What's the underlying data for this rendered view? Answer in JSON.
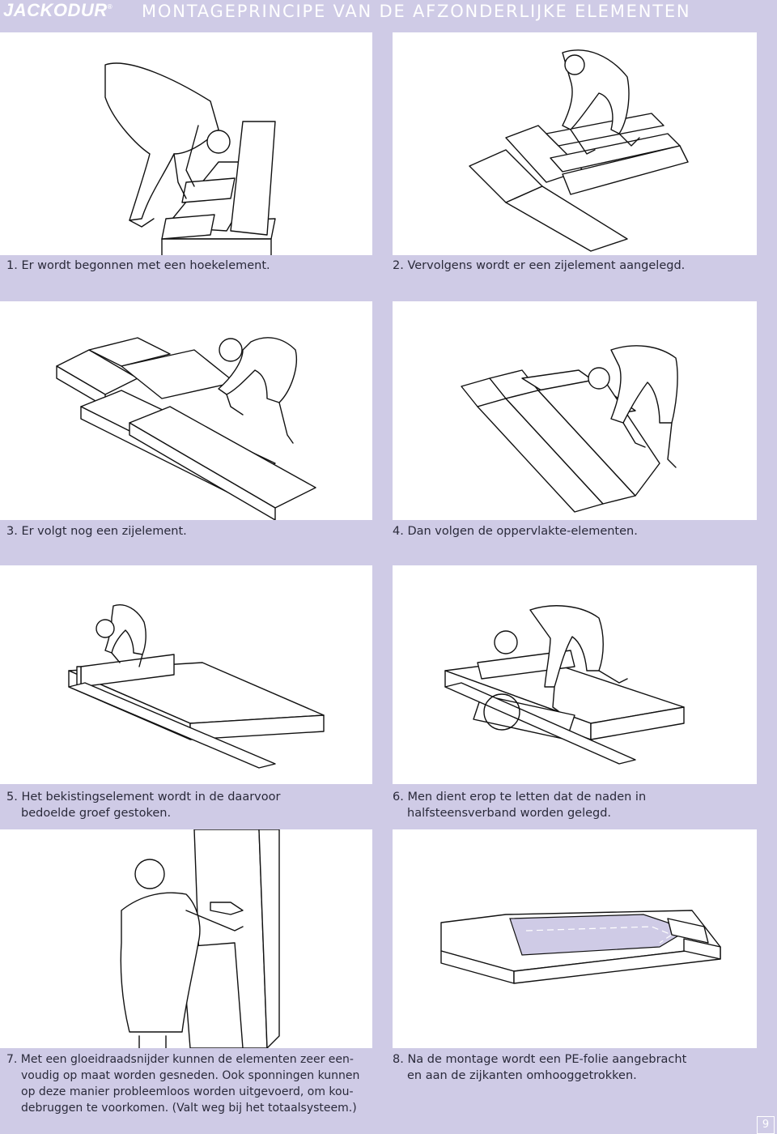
{
  "header": {
    "logo": "JACKODUR",
    "logo_mark": "®",
    "title": "MONTAGEPRINCIPE VAN DE AFZONDERLIJKE ELEMENTEN"
  },
  "steps": [
    {
      "text": "1. Er wordt begonnen met een hoekelement.",
      "illustration": "person-placing-corner-element"
    },
    {
      "text": "2. Vervolgens wordt er een zijelement aangelegd.",
      "illustration": "person-placing-side-element"
    },
    {
      "text": "3. Er volgt nog een zijelement.",
      "illustration": "person-placing-second-side-element"
    },
    {
      "text": "4. Dan volgen de oppervlakte-elementen.",
      "illustration": "person-placing-surface-elements"
    },
    {
      "text_line1": "5. Het bekistingselement wordt in de daarvoor",
      "text_line2": "bedoelde groef gestoken.",
      "illustration": "person-inserting-formwork-element"
    },
    {
      "text_line1": "6. Men dient erop te letten dat de naden in",
      "text_line2": "halfsteensverband worden gelegd.",
      "illustration": "person-aligning-staggered-joints"
    },
    {
      "text_lines": [
        "7. Met een gloeidraadsnijder kunnen de elementen zeer een-",
        "voudig op maat worden gesneden. Ook sponningen kunnen",
        "op deze manier probleemloos worden uitgevoerd, om kou-",
        "debruggen te voorkomen. (Valt weg bij het totaalsysteem.)"
      ],
      "illustration": "person-cutting-with-hot-wire-cutter"
    },
    {
      "text_line1": "8. Na de montage wordt een PE-folie aangebracht",
      "text_line2": "en aan de zijkanten omhooggetrokken.",
      "illustration": "assembled-base-with-pe-foil"
    }
  ],
  "page_number": "9",
  "colors": {
    "background": "#cfcbe6",
    "panel": "#ffffff",
    "foil": "#cfcbe6",
    "ink": "#111111"
  }
}
